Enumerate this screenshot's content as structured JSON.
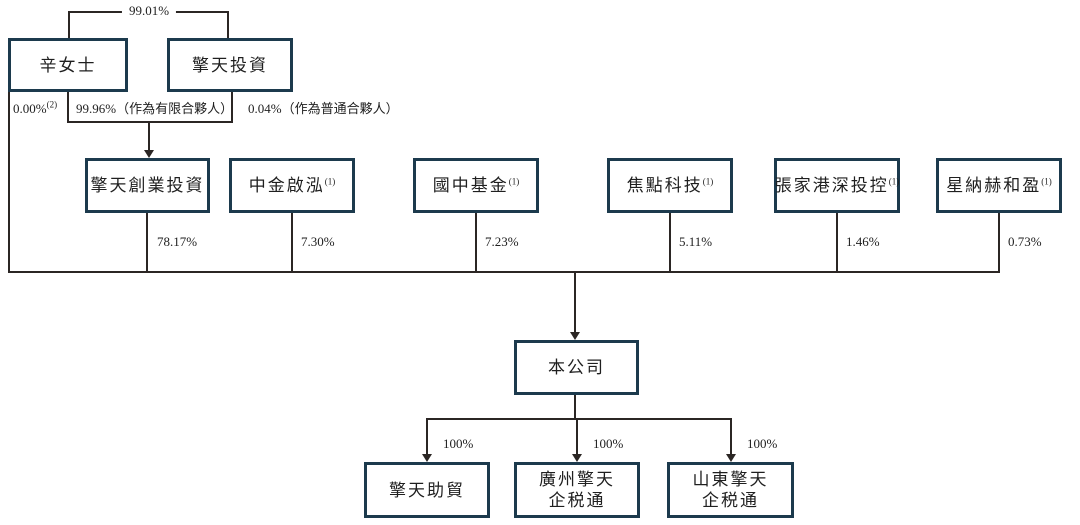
{
  "colors": {
    "box_border": "#1c3a4d",
    "line": "#2b2624",
    "text": "#1f1f1f"
  },
  "top_group": {
    "joint_stake_label": "99.01%",
    "owners": [
      {
        "label": "辛女士"
      },
      {
        "label": "擎天投資"
      }
    ],
    "stakes": [
      {
        "label": "0.00%",
        "footnote": "(2)"
      },
      {
        "label": "99.96%（作為有限合夥人）",
        "footnote": ""
      },
      {
        "label": "0.04%（作為普通合夥人）",
        "footnote": ""
      }
    ]
  },
  "shareholders": [
    {
      "label": "擎天創業投資",
      "footnote": "",
      "stake": "78.17%"
    },
    {
      "label": "中金啟泓",
      "footnote": "(1)",
      "stake": "7.30%"
    },
    {
      "label": "國中基金",
      "footnote": "(1)",
      "stake": "7.23%"
    },
    {
      "label": "焦點科技",
      "footnote": "(1)",
      "stake": "5.11%"
    },
    {
      "label": "張家港深投控",
      "footnote": "(1)",
      "stake": "1.46%"
    },
    {
      "label": "星納赫和盈",
      "footnote": "(1)",
      "stake": "0.73%"
    }
  ],
  "company": {
    "label": "本公司"
  },
  "subsidiaries": [
    {
      "line1": "擎天助貿",
      "line2": "",
      "stake": "100%"
    },
    {
      "line1": "廣州擎天",
      "line2": "企税通",
      "stake": "100%"
    },
    {
      "line1": "山東擎天",
      "line2": "企税通",
      "stake": "100%"
    }
  ]
}
